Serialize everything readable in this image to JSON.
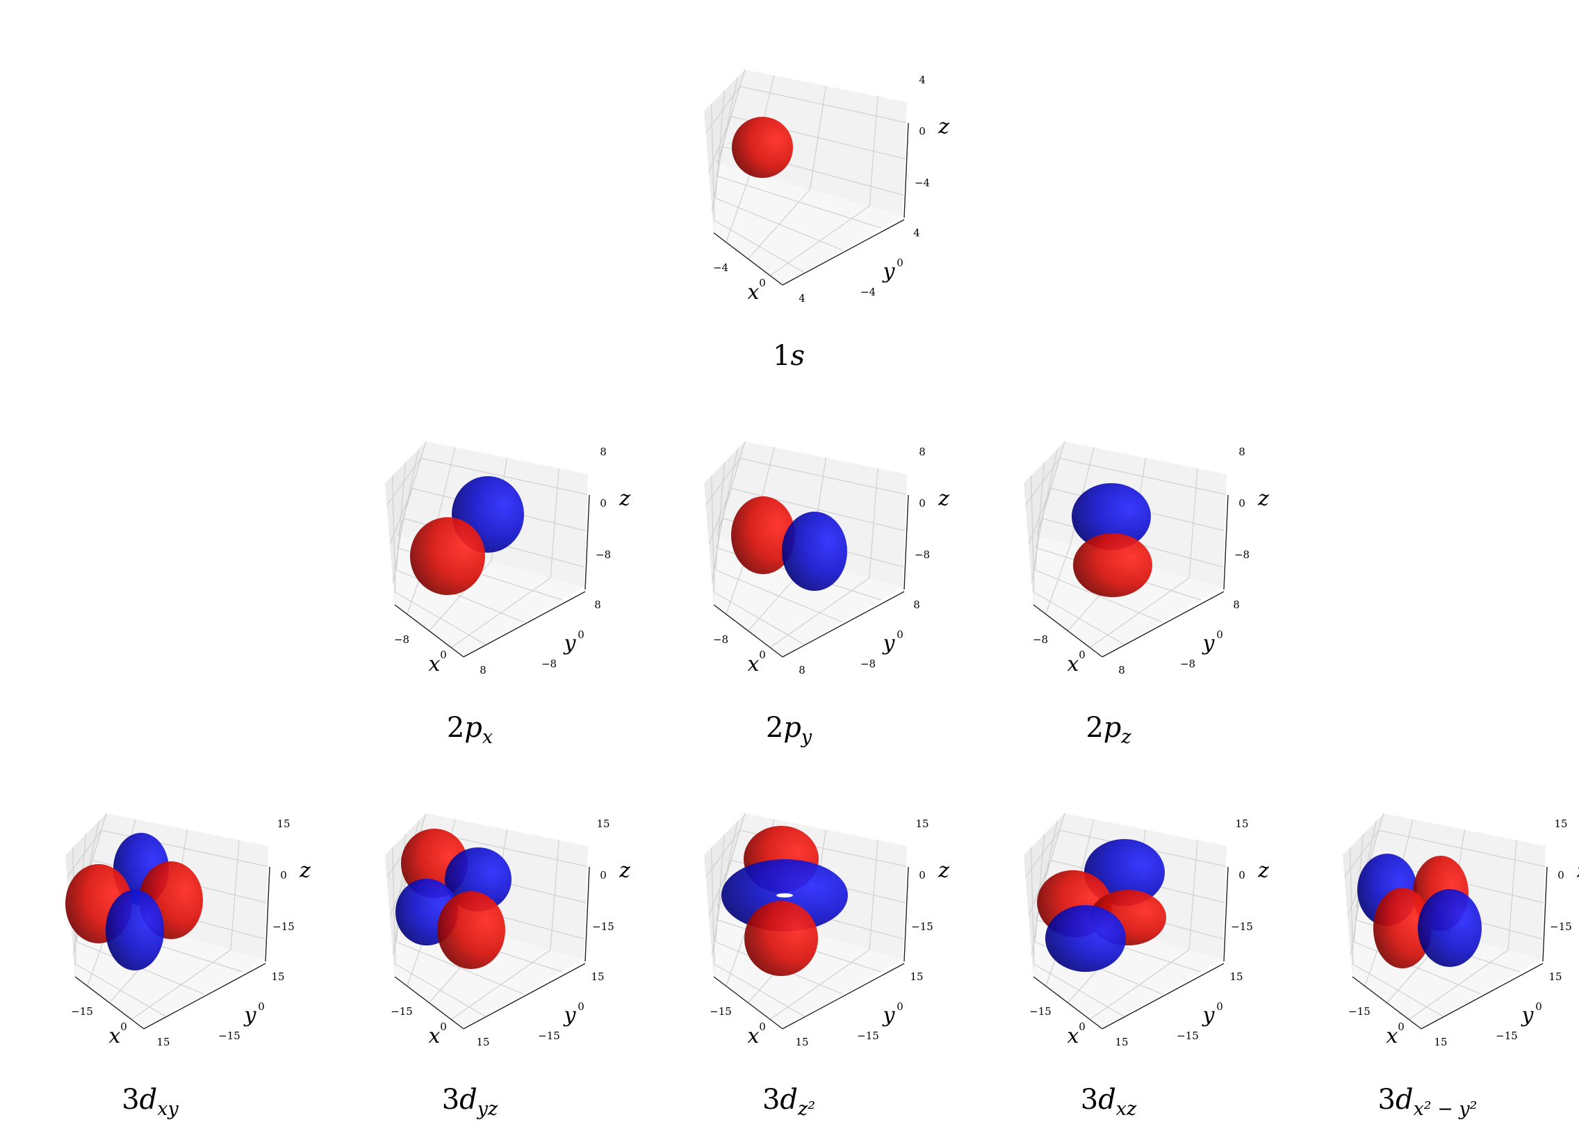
{
  "panels": [
    {
      "id": "1s",
      "axis_labels": {
        "x": "x",
        "y": "y",
        "z": "z"
      },
      "ticks": {
        "x": [
          "−4",
          "0",
          "4"
        ],
        "y": [
          "−4",
          "0",
          "4"
        ],
        "z": [
          "−4",
          "0",
          "4"
        ]
      },
      "title": {
        "n": "1",
        "l": "s",
        "sub": ""
      },
      "lobes": [
        {
          "color": "red"
        }
      ]
    },
    {
      "id": "2px",
      "axis_labels": {
        "x": "x",
        "y": "y",
        "z": "z"
      },
      "ticks": {
        "x": [
          "−8",
          "0",
          "8"
        ],
        "y": [
          "−8",
          "0",
          "8"
        ],
        "z": [
          "−8",
          "0",
          "8"
        ]
      },
      "title": {
        "n": "2",
        "l": "p",
        "sub": "x"
      },
      "lobes": [
        {
          "color": "blue"
        },
        {
          "color": "red"
        }
      ]
    },
    {
      "id": "2py",
      "axis_labels": {
        "x": "x",
        "y": "y",
        "z": "z"
      },
      "ticks": {
        "x": [
          "−8",
          "0",
          "8"
        ],
        "y": [
          "−8",
          "0",
          "8"
        ],
        "z": [
          "−8",
          "0",
          "8"
        ]
      },
      "title": {
        "n": "2",
        "l": "p",
        "sub": "y"
      },
      "lobes": [
        {
          "color": "red"
        },
        {
          "color": "blue"
        }
      ]
    },
    {
      "id": "2pz",
      "axis_labels": {
        "x": "x",
        "y": "y",
        "z": "z"
      },
      "ticks": {
        "x": [
          "−8",
          "0",
          "8"
        ],
        "y": [
          "−8",
          "0",
          "8"
        ],
        "z": [
          "−8",
          "0",
          "8"
        ]
      },
      "title": {
        "n": "2",
        "l": "p",
        "sub": "z"
      },
      "lobes": [
        {
          "color": "blue"
        },
        {
          "color": "red"
        }
      ]
    },
    {
      "id": "3dxy",
      "axis_labels": {
        "x": "x",
        "y": "y",
        "z": "z"
      },
      "ticks": {
        "x": [
          "−15",
          "0",
          "15"
        ],
        "y": [
          "−15",
          "0",
          "15"
        ],
        "z": [
          "−15",
          "0",
          "15"
        ]
      },
      "title": {
        "n": "3",
        "l": "d",
        "sub": "xy"
      },
      "lobes": [
        {
          "color": "blue"
        },
        {
          "color": "red"
        },
        {
          "color": "red"
        },
        {
          "color": "blue"
        }
      ]
    },
    {
      "id": "3dyz",
      "axis_labels": {
        "x": "x",
        "y": "y",
        "z": "z"
      },
      "ticks": {
        "x": [
          "−15",
          "0",
          "15"
        ],
        "y": [
          "−15",
          "0",
          "15"
        ],
        "z": [
          "−15",
          "0",
          "15"
        ]
      },
      "title": {
        "n": "3",
        "l": "d",
        "sub": "yz"
      },
      "lobes": [
        {
          "color": "red"
        },
        {
          "color": "blue"
        },
        {
          "color": "blue"
        },
        {
          "color": "red"
        }
      ]
    },
    {
      "id": "3dz2",
      "axis_labels": {
        "x": "x",
        "y": "y",
        "z": "z"
      },
      "ticks": {
        "x": [
          "−15",
          "0",
          "15"
        ],
        "y": [
          "−15",
          "0",
          "15"
        ],
        "z": [
          "−15",
          "0",
          "15"
        ]
      },
      "title": {
        "n": "3",
        "l": "d",
        "sub": "z²"
      },
      "lobes": [
        {
          "color": "red"
        },
        {
          "color": "blue"
        },
        {
          "color": "red"
        }
      ]
    },
    {
      "id": "3dxz",
      "axis_labels": {
        "x": "x",
        "y": "y",
        "z": "z"
      },
      "ticks": {
        "x": [
          "−15",
          "0",
          "15"
        ],
        "y": [
          "−15",
          "0",
          "15"
        ],
        "z": [
          "−15",
          "0",
          "15"
        ]
      },
      "title": {
        "n": "3",
        "l": "d",
        "sub": "xz"
      },
      "lobes": [
        {
          "color": "blue"
        },
        {
          "color": "red"
        },
        {
          "color": "red"
        },
        {
          "color": "blue"
        }
      ]
    },
    {
      "id": "3dx2y2",
      "axis_labels": {
        "x": "x",
        "y": "y",
        "z": "z"
      },
      "ticks": {
        "x": [
          "−15",
          "0",
          "15"
        ],
        "y": [
          "−15",
          "0",
          "15"
        ],
        "z": [
          "−15",
          "0",
          "15"
        ]
      },
      "title": {
        "n": "3",
        "l": "d",
        "sub": "x² − y²"
      },
      "lobes": [
        {
          "color": "blue"
        },
        {
          "color": "red"
        },
        {
          "color": "red"
        },
        {
          "color": "blue"
        }
      ]
    }
  ],
  "colors": {
    "red": "#e8140f",
    "blue": "#1a1adf",
    "pane": "#f2f2f2",
    "pane_side": "#ebebeb",
    "grid": "#d0d0d0"
  }
}
